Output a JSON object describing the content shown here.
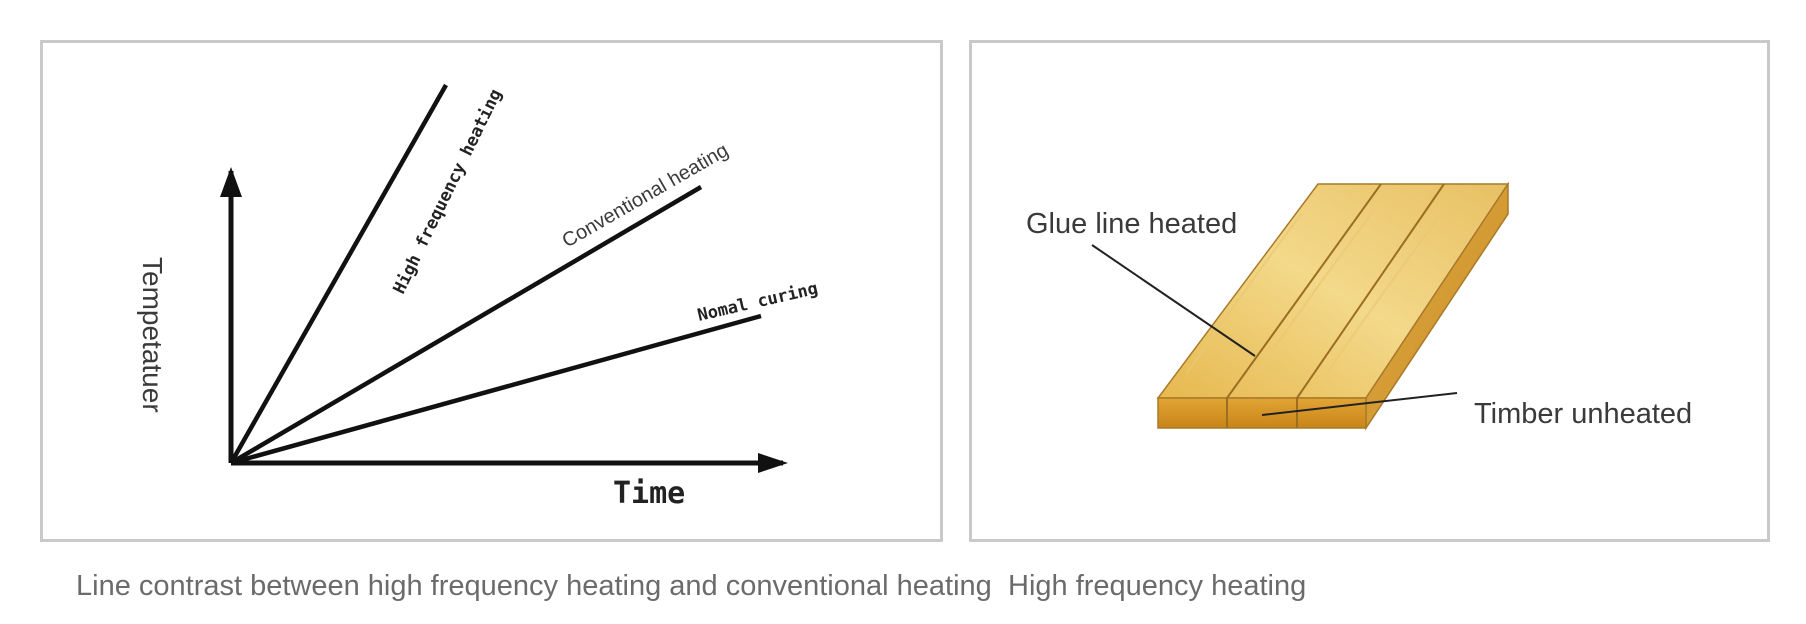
{
  "left_diagram": {
    "y_axis_label": "Tempetatuer",
    "x_axis_label": "Time",
    "lines": [
      {
        "label": "High frequency heating"
      },
      {
        "label": "Conventional heating"
      },
      {
        "label": "Nomal curing"
      }
    ],
    "caption": "Line contrast between high frequency heating and conventional heating"
  },
  "right_diagram": {
    "label_glue": "Glue line heated",
    "label_timber": "Timber unheated",
    "caption": "High frequency heating"
  }
}
